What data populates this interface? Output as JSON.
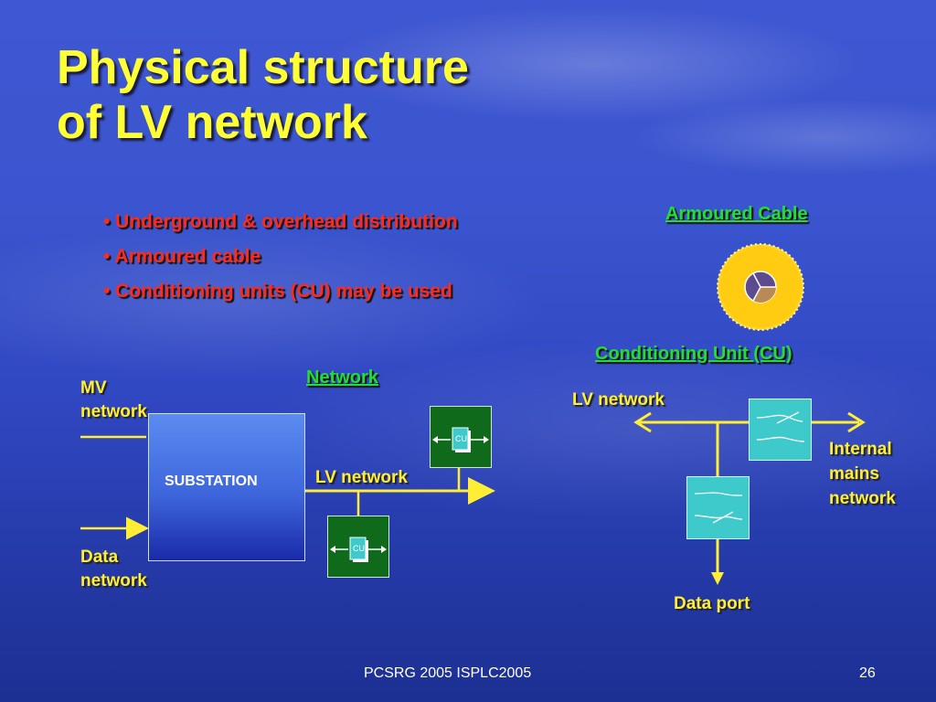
{
  "slide": {
    "title_line1": "Physical structure",
    "title_line2": "of LV network",
    "bullets": [
      "• Underground & overhead distribution",
      "• Armoured cable",
      "• Conditioning units (CU) may be used"
    ],
    "armoured_cable_heading": "Armoured Cable",
    "conditioning_unit_heading": "Conditioning Unit (CU)",
    "network_heading": "Network",
    "mv_network_line1": "MV",
    "mv_network_line2": "network",
    "data_network_line1": "Data",
    "data_network_line2": "network",
    "substation_label": "SUBSTATION",
    "lv_network_left": "LV network",
    "cu_label": "CU",
    "lv_network_right": "LV network",
    "internal_line1": "Internal",
    "internal_line2": "mains",
    "internal_line3": "network",
    "data_port": "Data port",
    "footer_text": "PCSRG 2005 ISPLC2005",
    "page_number": "26"
  },
  "colors": {
    "title": "#ffff33",
    "bullet": "#ff2a1a",
    "heading": "#22dd33",
    "label": "#ffee33",
    "connector": "#ffee33",
    "cu_box": "#0f6a1c",
    "conditioning_box": "#3ec9cb",
    "cable_outer": "#ffd21f"
  }
}
